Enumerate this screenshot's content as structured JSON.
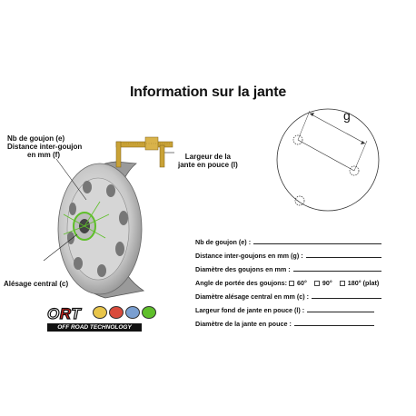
{
  "title": "Information sur la jante",
  "diagram": {
    "g_label": "g"
  },
  "labels": {
    "bolts_count_line1": "Nb de goujon (e)",
    "bolts_count_line2": "Distance inter-goujon",
    "bolts_count_line3": "en mm (f)",
    "width_line1": "Largeur de la",
    "width_line2": "jante en pouce (l)",
    "bore": "Alésage central (c)"
  },
  "form": {
    "rows": [
      "Nb de goujon (e) :",
      "Distance inter-goujons en mm (g) :",
      "Diamètre des goujons en mm :",
      "Angle de portée des goujons:",
      "Diamètre alésage central en mm (c) :",
      "Largeur fond de jante en pouce (l) :",
      "Diamètre de la jante en pouce :"
    ],
    "angle_options": [
      "60°",
      "90°",
      "180° (plat)"
    ]
  },
  "logo": {
    "main_o": "O",
    "main_r": "R",
    "main_t": "T",
    "sub": "OFF ROAD TECHNOLOGY"
  },
  "colors": {
    "accent_green": "#5fbf2a",
    "caliper_yellow": "#c9a236",
    "logo_red": "#e0231c"
  }
}
